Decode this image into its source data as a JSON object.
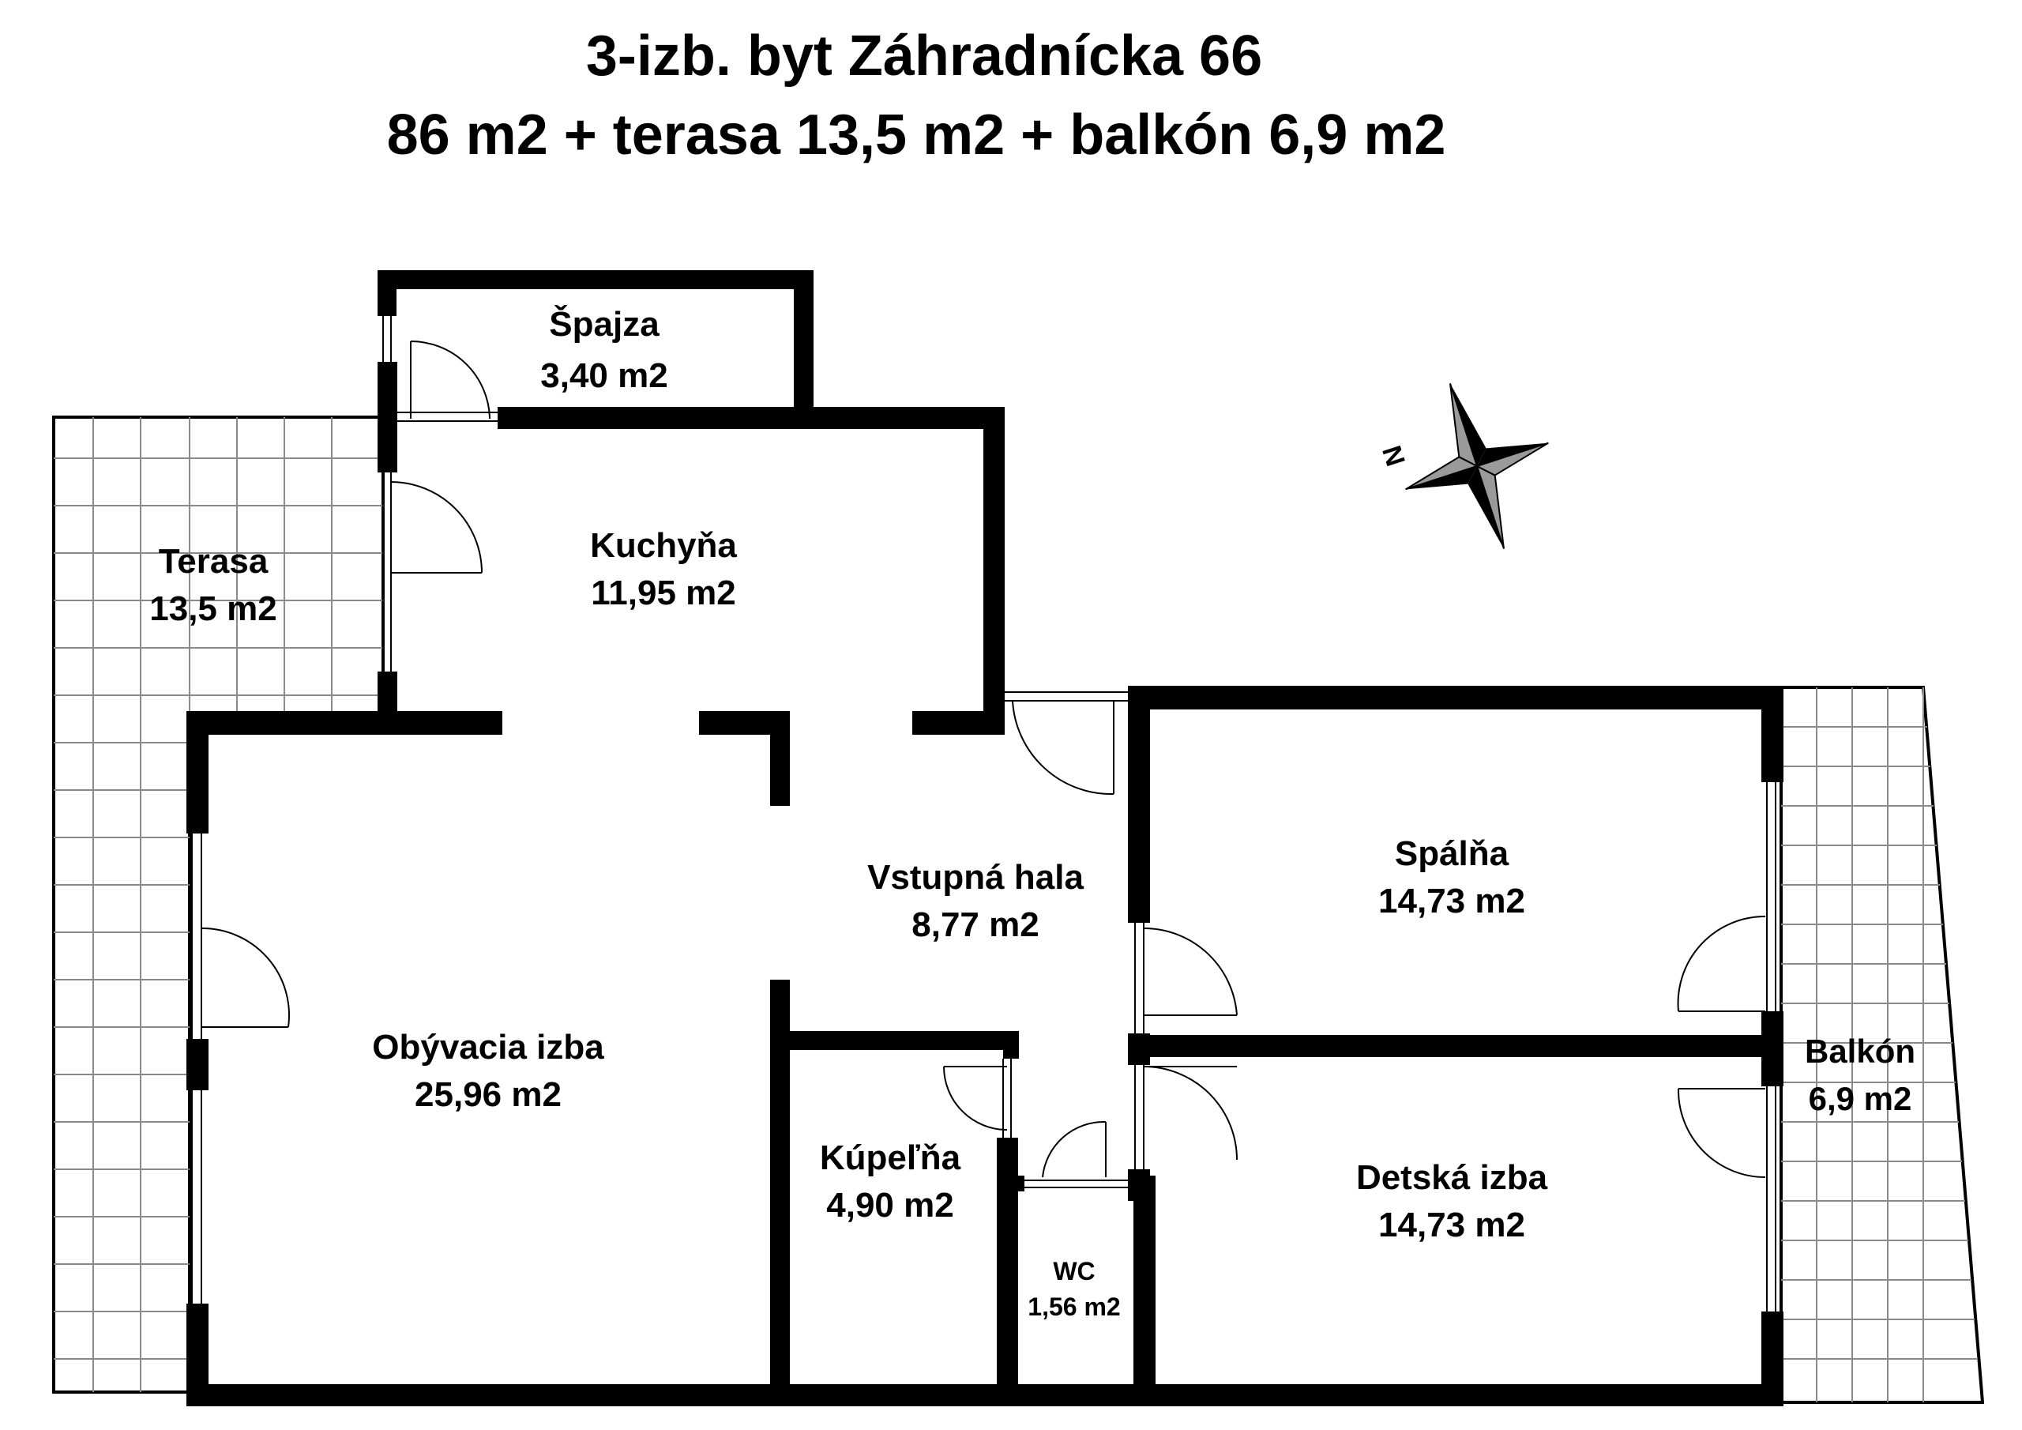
{
  "title": {
    "line1": "3-izb. byt Záhradnícka 66",
    "line2": "86 m2 + terasa 13,5 m2 + balkón 6,9 m2"
  },
  "rooms": {
    "spajza": {
      "name": "Špajza",
      "area": "3,40 m2"
    },
    "kuchyna": {
      "name": "Kuchyňa",
      "area": "11,95 m2"
    },
    "terasa": {
      "name": "Terasa",
      "area": "13,5 m2"
    },
    "hala": {
      "name": "Vstupná hala",
      "area": "8,77 m2"
    },
    "obyvacia": {
      "name": "Obývacia izba",
      "area": "25,96 m2"
    },
    "kupelna": {
      "name": "Kúpeľňa",
      "area": "4,90 m2"
    },
    "wc": {
      "name": "WC",
      "area": "1,56 m2"
    },
    "spalna": {
      "name": "Spálňa",
      "area": "14,73 m2"
    },
    "detska": {
      "name": "Detská izba",
      "area": "14,73 m2"
    },
    "balkon": {
      "name": "Balkón",
      "area": "6,9 m2"
    }
  },
  "compass": {
    "north_label": "N"
  },
  "colors": {
    "wall": "#000000",
    "tile_grid": "#8a8a8a",
    "background": "#ffffff"
  }
}
